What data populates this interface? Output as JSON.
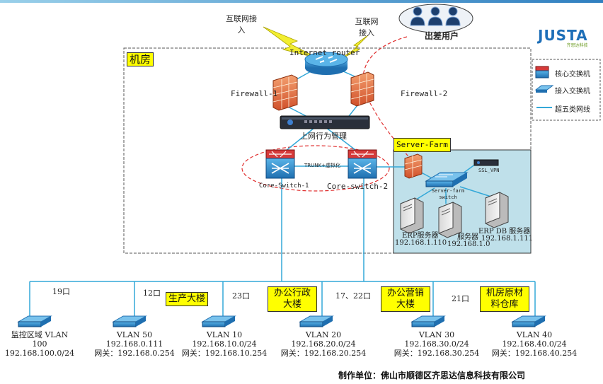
{
  "internet": {
    "left": "互联网接入",
    "right": "互联网接入"
  },
  "remote_users": "出差用户",
  "logo": {
    "brand": "JUSTA",
    "sub": "齐思达科技"
  },
  "room": {
    "title": "机房"
  },
  "router": "Internet router",
  "firewall1": "Firewall-1",
  "firewall2": "Firewall-2",
  "behavior_mgmt": "上网行为管理",
  "core1": "Core-Switch-1",
  "core2": "Core-switch-2",
  "trunk": "TRUNK+虚拟化",
  "server_farm": {
    "title": "Server-Farm",
    "ssl_vpn": "SSL_VPN",
    "switch": "Server-farm switch",
    "erp": {
      "name": "ERP服务器",
      "ip": "192.168.1.110"
    },
    "server2": {
      "name": "服务器",
      "ip": "192.168.1.0"
    },
    "erpdb": {
      "name": "ERP DB 服务器",
      "ip": "192.168.1.111"
    }
  },
  "legend": {
    "core": "核心交换机",
    "access": "接入交换机",
    "cable": "超五类网线"
  },
  "ports": {
    "p19": "19口",
    "p12": "12口",
    "p23": "23口",
    "p1722": "17、22口",
    "p21": "21口"
  },
  "buildings": {
    "production": "生产大楼",
    "office_admin": "办公行政大楼",
    "office_sales": "办公营销大楼",
    "warehouse": "机房原材料仓库"
  },
  "vlans": [
    {
      "name": "监控区域 VLAN 100",
      "subnet": "192.168.100.0/24",
      "gw": ""
    },
    {
      "name": "VLAN 50",
      "subnet": "192.168.0.111",
      "gw": "网关：192.168.0.254"
    },
    {
      "name": "VLAN 10",
      "subnet": "192.168.10.0/24",
      "gw": "网关：192.168.10.254"
    },
    {
      "name": "VLAN 20",
      "subnet": "192.168.20.0/24",
      "gw": "网关：192.168.20.254"
    },
    {
      "name": "VLAN 30",
      "subnet": "192.168.30.0/24",
      "gw": "网关：192.168.30.254"
    },
    {
      "name": "VLAN 40",
      "subnet": "192.168.40.0/24",
      "gw": "网关：192.168.40.254"
    }
  ],
  "footer": "制作单位：佛山市顺德区齐思达信息科技有限公司",
  "colors": {
    "link": "#33a8d8",
    "zone_fill": "#bfe0ea",
    "highlight": "#ffff00",
    "vpn_dash": "#e03030"
  }
}
